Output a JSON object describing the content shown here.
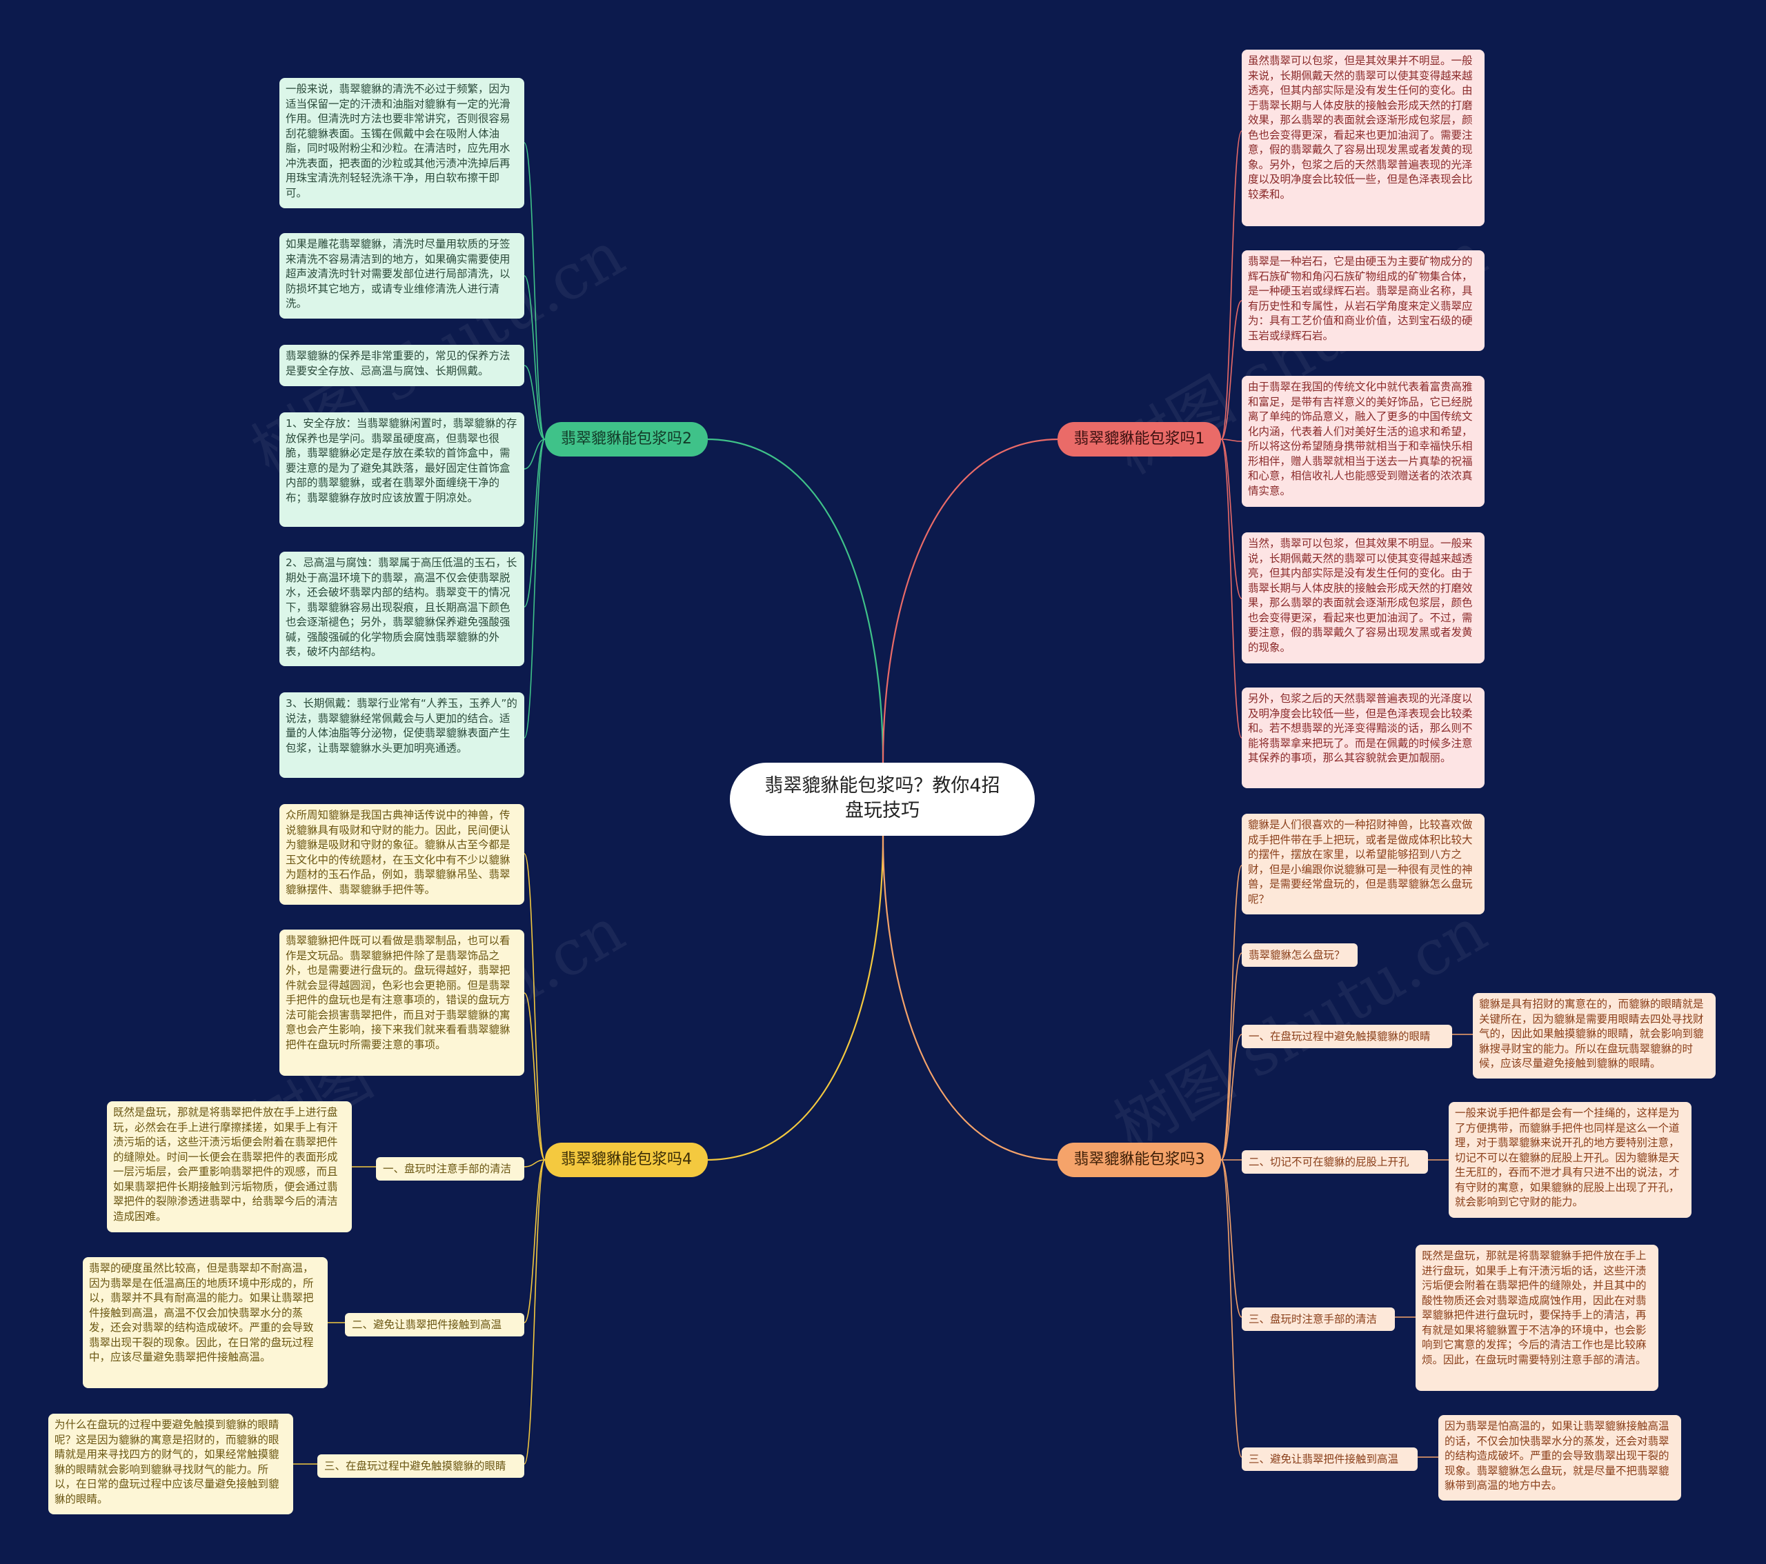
{
  "central": "翡翠貔貅能包浆吗？教你4招盘玩技巧",
  "branches": {
    "b1": "翡翠貔貅能包浆吗1",
    "b2": "翡翠貔貅能包浆吗2",
    "b3": "翡翠貔貅能包浆吗3",
    "b4": "翡翠貔貅能包浆吗4"
  },
  "b1_notes": [
    "虽然翡翠可以包浆，但是其效果并不明显。一般来说，长期佩戴天然的翡翠可以使其变得越来越透亮，但其内部实际是没有发生任何的变化。由于翡翠长期与人体皮肤的接触会形成天然的打磨效果，那么翡翠的表面就会逐渐形成包浆层，颜色也会变得更深，看起来也更加油润了。需要注意，假的翡翠戴久了容易出现发黑或者发黄的现象。另外，包浆之后的天然翡翠普遍表现的光泽度以及明净度会比较低一些，但是色泽表现会比较柔和。",
    "翡翠是一种岩石，它是由硬玉为主要矿物成分的辉石族矿物和角闪石族矿物组成的矿物集合体，是一种硬玉岩或绿辉石岩。翡翠是商业名称，具有历史性和专属性，从岩石学角度来定义翡翠应为：具有工艺价值和商业价值，达到宝石级的硬玉岩或绿辉石岩。",
    "由于翡翠在我国的传统文化中就代表着富贵高雅和富足，是带有吉祥意义的美好饰品，它已经脱离了单纯的饰品意义，融入了更多的中国传统文化内涵，代表着人们对美好生活的追求和希望，所以将这份希望随身携带就相当于和幸福快乐相形相伴，赠人翡翠就相当于送去一片真挚的祝福和心意，相信收礼人也能感受到赠送者的浓浓真情实意。",
    "当然，翡翠可以包浆，但其效果不明显。一般来说，长期佩戴天然的翡翠可以使其变得越来越透亮，但其内部实际是没有发生任何的变化。由于翡翠长期与人体皮肤的接触会形成天然的打磨效果，那么翡翠的表面就会逐渐形成包浆层，颜色也会变得更深，看起来也更加油润了。不过，需要注意，假的翡翠戴久了容易出现发黑或者发黄的现象。",
    "另外，包浆之后的天然翡翠普遍表现的光泽度以及明净度会比较低一些，但是色泽表现会比较柔和。若不想翡翠的光泽变得黯淡的话，那么则不能将翡翠拿来把玩了。而是在佩戴的时候多注意其保养的事项，那么其容貌就会更加靓丽。"
  ],
  "b2_notes": [
    "一般来说，翡翠貔貅的清洗不必过于频繁，因为适当保留一定的汗渍和油脂对貔貅有一定的光滑作用。但清洗时方法也要非常讲究，否则很容易刮花貔貅表面。玉镯在佩戴中会在吸附人体油脂，同时吸附粉尘和沙粒。在清洁时，应先用水冲洗表面，把表面的沙粒或其他污渍冲洗掉后再用珠宝清洗剂轻轻洗涤干净，用白软布擦干即可。",
    "如果是雕花翡翠貔貅，清洗时尽量用软质的牙签来清洗不容易清洁到的地方，如果确实需要使用超声波清洗时针对需要发部位进行局部清洗，以防损坏其它地方，或请专业维修清洗人进行清洗。",
    "翡翠貔貅的保养是非常重要的，常见的保养方法是要安全存放、忌高温与腐蚀、长期佩戴。",
    "1、安全存放：当翡翠貔貅闲置时，翡翠貔貅的存放保养也是学问。翡翠虽硬度高，但翡翠也很脆，翡翠貔貅必定是存放在柔软的首饰盒中，需要注意的是为了避免其跌落，最好固定住首饰盒内部的翡翠貔貅，或者在翡翠外面缠绕干净的布；翡翠貔貅存放时应该放置于阴凉处。",
    "2、忌高温与腐蚀：翡翠属于高压低温的玉石，长期处于高温环境下的翡翠，高温不仅会使翡翠脱水，还会破坏翡翠内部的结构。翡翠变干的情况下，翡翠貔貅容易出现裂痕，且长期高温下颜色也会逐渐褪色；另外，翡翠貔貅保养避免强酸强碱，强酸强碱的化学物质会腐蚀翡翠貔貅的外表，破坏内部结构。",
    "3、长期佩戴：翡翠行业常有“人养玉，玉养人”的说法，翡翠貔貅经常佩戴会与人更加的结合。适量的人体油脂等分泌物，促使翡翠貔貅表面产生包浆，让翡翠貔貅水头更加明亮通透。"
  ],
  "b3_intro": [
    "貔貅是人们很喜欢的一种招财神兽，比较喜欢做成手把件带在手上把玩，或者是做成体积比较大的摆件，摆放在家里，以希望能够招到八方之财，但是小编跟你说貔貅可是一种很有灵性的神兽，是需要经常盘玩的，但是翡翠貔貅怎么盘玩呢？",
    "翡翠貔貅怎么盘玩？"
  ],
  "b3_subs": [
    {
      "label": "一、在盘玩过程中避免触摸貔貅的眼睛",
      "note": "貔貅是具有招财的寓意在的，而貔貅的眼睛就是关键所在，因为貔貅是需要用眼睛去四处寻找财气的，因此如果触摸貔貅的眼睛，就会影响到貔貅搜寻财宝的能力。所以在盘玩翡翠貔貅的时候，应该尽量避免接触到貔貅的眼睛。"
    },
    {
      "label": "二、切记不可在貔貅的屁股上开孔",
      "note": "一般来说手把件都是会有一个挂绳的，这样是为了方便携带，而貔貅手把件也同样是这么一个道理，对于翡翠貔貅来说开孔的地方要特别注意，切记不可以在貔貅的屁股上开孔。因为貔貅是天生无肛的，吞而不泄才具有只进不出的说法，才有守财的寓意，如果貔貅的屁股上出现了开孔，就会影响到它守财的能力。"
    },
    {
      "label": "三、盘玩时注意手部的清洁",
      "note": "既然是盘玩，那就是将翡翠貔貅手把件放在手上进行盘玩，如果手上有汗渍污垢的话，这些汗渍污垢便会附着在翡翠把件的缝隙处，并且其中的酸性物质还会对翡翠造成腐蚀作用，因此在对翡翠貔貅把件进行盘玩时，要保持手上的清洁，再有就是如果将貔貅置于不洁净的环境中，也会影响到它寓意的发挥；今后的清洁工作也是比较麻烦。因此，在盘玩时需要特别注意手部的清洁。"
    },
    {
      "label": "三、避免让翡翠把件接触到高温",
      "note": "因为翡翠是怕高温的，如果让翡翠貔貅接触高温的话，不仅会加快翡翠水分的蒸发，还会对翡翠的结构造成破坏。严重的会导致翡翠出现干裂的现象。翡翠貔貅怎么盘玩，就是尽量不把翡翠貔貅带到高温的地方中去。"
    }
  ],
  "b4_notes": [
    "众所周知貔貅是我国古典神话传说中的神兽，传说貔貅具有吸财和守财的能力。因此，民间便认为貔貅是吸财和守财的象征。貔貅从古至今都是玉文化中的传统题材，在玉文化中有不少以貔貅为题材的玉石作品，例如，翡翠貔貅吊坠、翡翠貔貅摆件、翡翠貔貅手把件等。",
    "翡翠貔貅把件既可以看做是翡翠制品，也可以看作是文玩品。翡翠貔貅把件除了是翡翠饰品之外，也是需要进行盘玩的。盘玩得越好，翡翠把件就会显得越圆润，色彩也会更艳丽。但是翡翠手把件的盘玩也是有注意事项的，错误的盘玩方法可能会损害翡翠把件，而且对于翡翠貔貅的寓意也会产生影响，接下来我们就来看看翡翠貔貅把件在盘玩时所需要注意的事项。"
  ],
  "b4_subs": [
    {
      "label": "一、盘玩时注意手部的清洁",
      "note": "既然是盘玩，那就是将翡翠把件放在手上进行盘玩，必然会在手上进行摩擦揉搓，如果手上有汗渍污垢的话，这些汗渍污垢便会附着在翡翠把件的缝隙处。时间一长便会在翡翠把件的表面形成一层污垢层，会严重影响翡翠把件的观感，而且如果翡翠把件长期接触到污垢物质，便会通过翡翠把件的裂隙渗透进翡翠中，给翡翠今后的清洁造成困难。"
    },
    {
      "label": "二、避免让翡翠把件接触到高温",
      "note": "翡翠的硬度虽然比较高，但是翡翠却不耐高温，因为翡翠是在低温高压的地质环境中形成的，所以，翡翠并不具有耐高温的能力。如果让翡翠把件接触到高温，高温不仅会加快翡翠水分的蒸发，还会对翡翠的结构造成破坏。严重的会导致翡翠出现干裂的现象。因此，在日常的盘玩过程中，应该尽量避免翡翠把件接触高温。"
    },
    {
      "label": "三、在盘玩过程中避免触摸貔貅的眼睛",
      "note": "为什么在盘玩的过程中要避免触摸到貔貅的眼睛呢？这是因为貔貅的寓意是招财的，而貔貅的眼睛就是用来寻找四方的财气的，如果经常触摸貔貅的眼睛就会影响到貔貅寻找财气的能力。所以，在日常的盘玩过程中应该尽量避免接触到貔貅的眼睛。"
    }
  ],
  "watermark": "树图 shutu.cn",
  "colors": {
    "background": "#0c1a4d",
    "green": "#3fc289",
    "red": "#ea6b68",
    "yellow": "#f4c93f",
    "orange": "#f5a36a"
  }
}
